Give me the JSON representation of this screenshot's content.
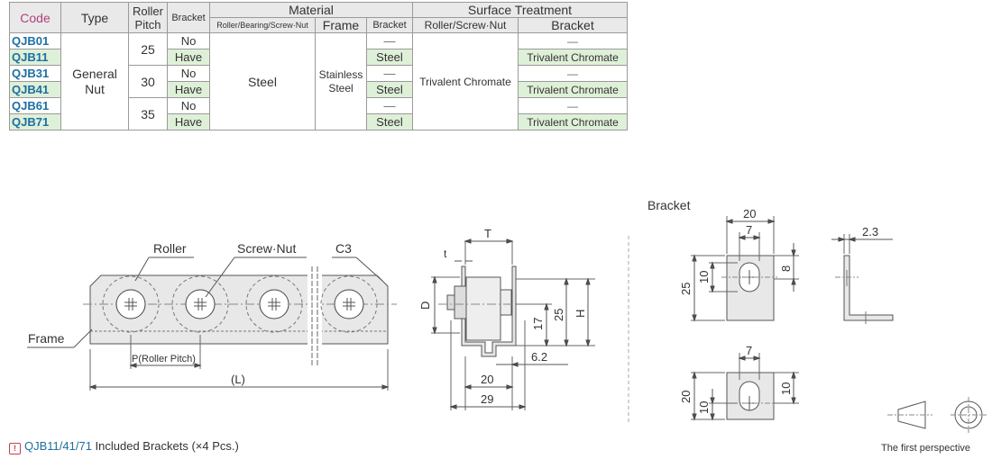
{
  "table": {
    "headers": {
      "code": "Code",
      "type": "Type",
      "roller_pitch": "Roller Pitch",
      "bracket": "Bracket",
      "material": "Material",
      "surface_treatment": "Surface Treatment",
      "material_sub": [
        "Roller/Bearing/Screw·Nut",
        "Frame",
        "Bracket"
      ],
      "surface_sub": [
        "Roller/Screw·Nut",
        "Bracket"
      ]
    },
    "type_value": "General Nut",
    "pitches": [
      "25",
      "30",
      "35"
    ],
    "material_roller": "Steel",
    "material_frame": "Stainless Steel",
    "surface_roller": "Trivalent Chromate",
    "rows": [
      {
        "code": "QJB01",
        "bracket": "No",
        "mat_bracket": "—",
        "surf_bracket": "—"
      },
      {
        "code": "QJB11",
        "bracket": "Have",
        "mat_bracket": "Steel",
        "surf_bracket": "Trivalent Chromate"
      },
      {
        "code": "QJB31",
        "bracket": "No",
        "mat_bracket": "—",
        "surf_bracket": "—"
      },
      {
        "code": "QJB41",
        "bracket": "Have",
        "mat_bracket": "Steel",
        "surf_bracket": "Trivalent Chromate"
      },
      {
        "code": "QJB61",
        "bracket": "No",
        "mat_bracket": "—",
        "surf_bracket": "—"
      },
      {
        "code": "QJB71",
        "bracket": "Have",
        "mat_bracket": "Steel",
        "surf_bracket": "Trivalent Chromate"
      }
    ]
  },
  "drawing": {
    "labels": {
      "roller": "Roller",
      "screw_nut": "Screw·Nut",
      "c3": "C3",
      "frame": "Frame",
      "pitch": "P(Roller Pitch)",
      "length": "(L)",
      "t_upper": "T",
      "t_lower": "t",
      "d": "D",
      "h": "H",
      "bracket": "Bracket",
      "perspective": "The first perspective"
    },
    "dims": {
      "side_17": "17",
      "side_25": "25",
      "side_20": "20",
      "side_29": "29",
      "side_62": "6.2",
      "br_20w": "20",
      "br_7": "7",
      "br_25": "25",
      "br_10": "10",
      "br_8": "8",
      "br_23": "2.3",
      "b2_7": "7",
      "b2_20": "20",
      "b2_10a": "10",
      "b2_10b": "10"
    }
  },
  "note": {
    "codes": "QJB11/41/71",
    "text": " Included Brackets (×4 Pcs.)"
  }
}
